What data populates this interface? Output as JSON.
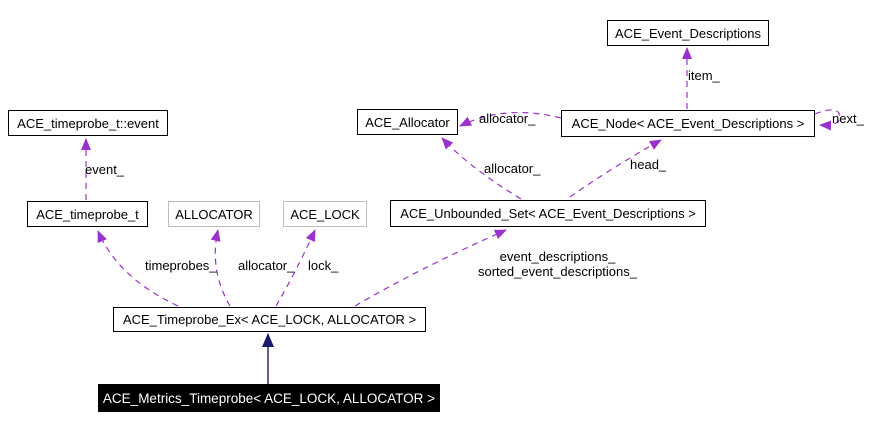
{
  "diagram": {
    "type": "uml-collaboration-graph",
    "nodes": {
      "event_descriptions": {
        "label": "ACE_Event_Descriptions"
      },
      "timeprobe_t_event": {
        "label": "ACE_timeprobe_t::event"
      },
      "allocator_class": {
        "label": "ACE_Allocator"
      },
      "node_event_descriptions": {
        "label": "ACE_Node< ACE_Event_Descriptions >"
      },
      "timeprobe_t": {
        "label": "ACE_timeprobe_t"
      },
      "allocator_param": {
        "label": "ALLOCATOR"
      },
      "lock_param": {
        "label": "ACE_LOCK"
      },
      "unbounded_set": {
        "label": "ACE_Unbounded_Set< ACE_Event_Descriptions >"
      },
      "timeprobe_ex": {
        "label": "ACE_Timeprobe_Ex< ACE_LOCK, ALLOCATOR >"
      },
      "metrics_timeprobe": {
        "label": "ACE_Metrics_Timeprobe< ACE_LOCK, ALLOCATOR >"
      }
    },
    "edge_labels": {
      "item": "item_",
      "next": "next_",
      "allocator_from_node": "allocator_",
      "allocator_from_set": "allocator_",
      "head": "head_",
      "event": "event_",
      "timeprobes": "timeprobes_",
      "allocator_from_ex": "allocator_",
      "lock": "lock_",
      "event_descriptions": "event_descriptions_",
      "sorted_event_descriptions": "sorted_event_descriptions_"
    },
    "colors": {
      "association_edge": "#9932cc",
      "inheritance_edge": "#191970",
      "node_border": "#000000",
      "template_param_border": "#bebebe",
      "focus_node_background": "#000000",
      "focus_node_text": "#ffffff"
    }
  }
}
